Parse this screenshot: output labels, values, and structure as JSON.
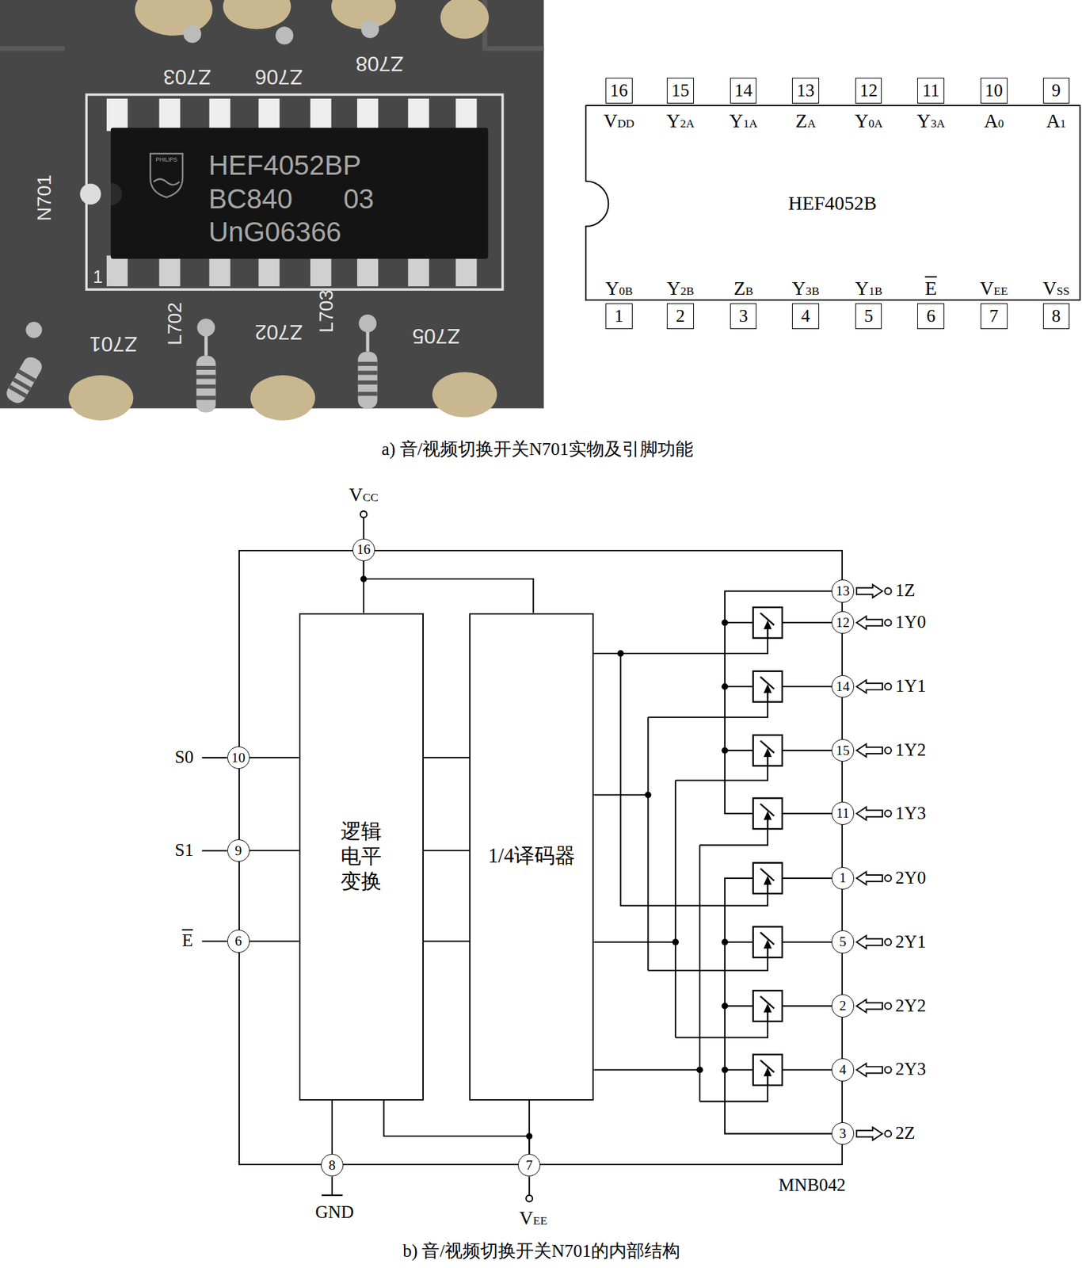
{
  "diagram": {
    "caption": "b) 音/视频切换开关N701的内部结构",
    "nodes": [
      {
        "text": [
          "HEF4052B"
        ]
      },
      {
        "text": [
          "16"
        ]
      },
      {
        "text": [
          "15"
        ]
      },
      {
        "text": [
          "14"
        ]
      },
      {
        "text": [
          "13"
        ]
      },
      {
        "text": [
          "12"
        ]
      },
      {
        "text": [
          "11"
        ]
      },
      {
        "text": [
          "10"
        ]
      },
      {
        "text": [
          "9"
        ]
      },
      {
        "text": [
          "1"
        ]
      },
      {
        "text": [
          "2"
        ]
      },
      {
        "text": [
          "3"
        ]
      },
      {
        "text": [
          "4"
        ]
      },
      {
        "text": [
          "5"
        ]
      },
      {
        "text": [
          "6"
        ]
      },
      {
        "text": [
          "7"
        ]
      },
      {
        "text": [
          "8"
        ]
      },
      {
        "text": [
          "MNB042"
        ]
      },
      {
        "text": [
          "16"
        ],
        "in": 17
      },
      {
        "text": [
          "逻辑 电平 变换"
        ],
        "in": 17
      },
      {
        "text": [
          "1/4译码器"
        ],
        "in": 17
      },
      {
        "text": [
          "13"
        ],
        "in": 17
      },
      {
        "text": [
          "12"
        ],
        "in": 17
      },
      {
        "text": [
          "14"
        ],
        "in": 17
      },
      {
        "text": [
          "15"
        ],
        "in": 17
      },
      {
        "text": [
          "11"
        ],
        "in": 17
      },
      {
        "text": [
          "1"
        ],
        "in": 17
      },
      {
        "text": [
          "5"
        ],
        "in": 17
      },
      {
        "text": [
          "2"
        ],
        "in": 17
      },
      {
        "text": [
          "4"
        ],
        "in": 17
      },
      {
        "text": [
          "3"
        ],
        "in": 17
      },
      {
        "text": [
          "10"
        ],
        "in": 17
      },
      {
        "text": [
          "9"
        ],
        "in": 17
      },
      {
        "text": [
          "6"
        ],
        "in": 17
      },
      {
        "text": [
          "8"
        ],
        "in": 17
      },
      {
        "text": [
          "7"
        ],
        "in": 17
      }
    ],
    "edges": [
      {
        "from": 31,
        "to": 19,
        "arrow": "none"
      },
      {
        "from": 32,
        "to": 19,
        "arrow": "none"
      },
      {
        "from": 33,
        "to": 19,
        "arrow": "none"
      },
      {
        "from": 19,
        "to": 20,
        "arrow": "none"
      },
      {
        "from": 19,
        "to": 20,
        "arrow": "none"
      },
      {
        "from": 19,
        "to": 20,
        "arrow": "none"
      },
      {
        "from": 18,
        "to": 19,
        "arrow": "none"
      },
      {
        "from": 18,
        "to": 20,
        "arrow": "none"
      },
      {
        "from": 19,
        "to": 34,
        "arrow": "none"
      },
      {
        "from": 19,
        "to": 35,
        "arrow": "none"
      },
      {
        "from": 20,
        "to": 35,
        "arrow": "none"
      }
    ],
    "labels": [
      "Z703",
      "Z706",
      "Z708",
      "N701",
      "PHILIPS",
      "HEF4052BP",
      "BC840",
      "03",
      "UnG06366",
      "1",
      "Z701",
      "L702",
      "Z702",
      "L703",
      "Z705",
      "VDD",
      "Y2A",
      "Y1A",
      "ZA",
      "Y0A",
      "Y3A",
      "A0",
      "A1",
      "Y0B",
      "Y2B",
      "ZB",
      "Y3B",
      "Y1B",
      "E",
      "VEE",
      "VSS",
      "a) 音/视频切换开关N701实物及引脚功能",
      "VCC",
      "1Z",
      "1Y0",
      "1Y1",
      "1Y2",
      "1Y3",
      "2Y0",
      "2Y1",
      "2Y2",
      "2Y3",
      "2Z",
      "S0",
      "S1",
      "E",
      "GND",
      "VEE"
    ]
  }
}
